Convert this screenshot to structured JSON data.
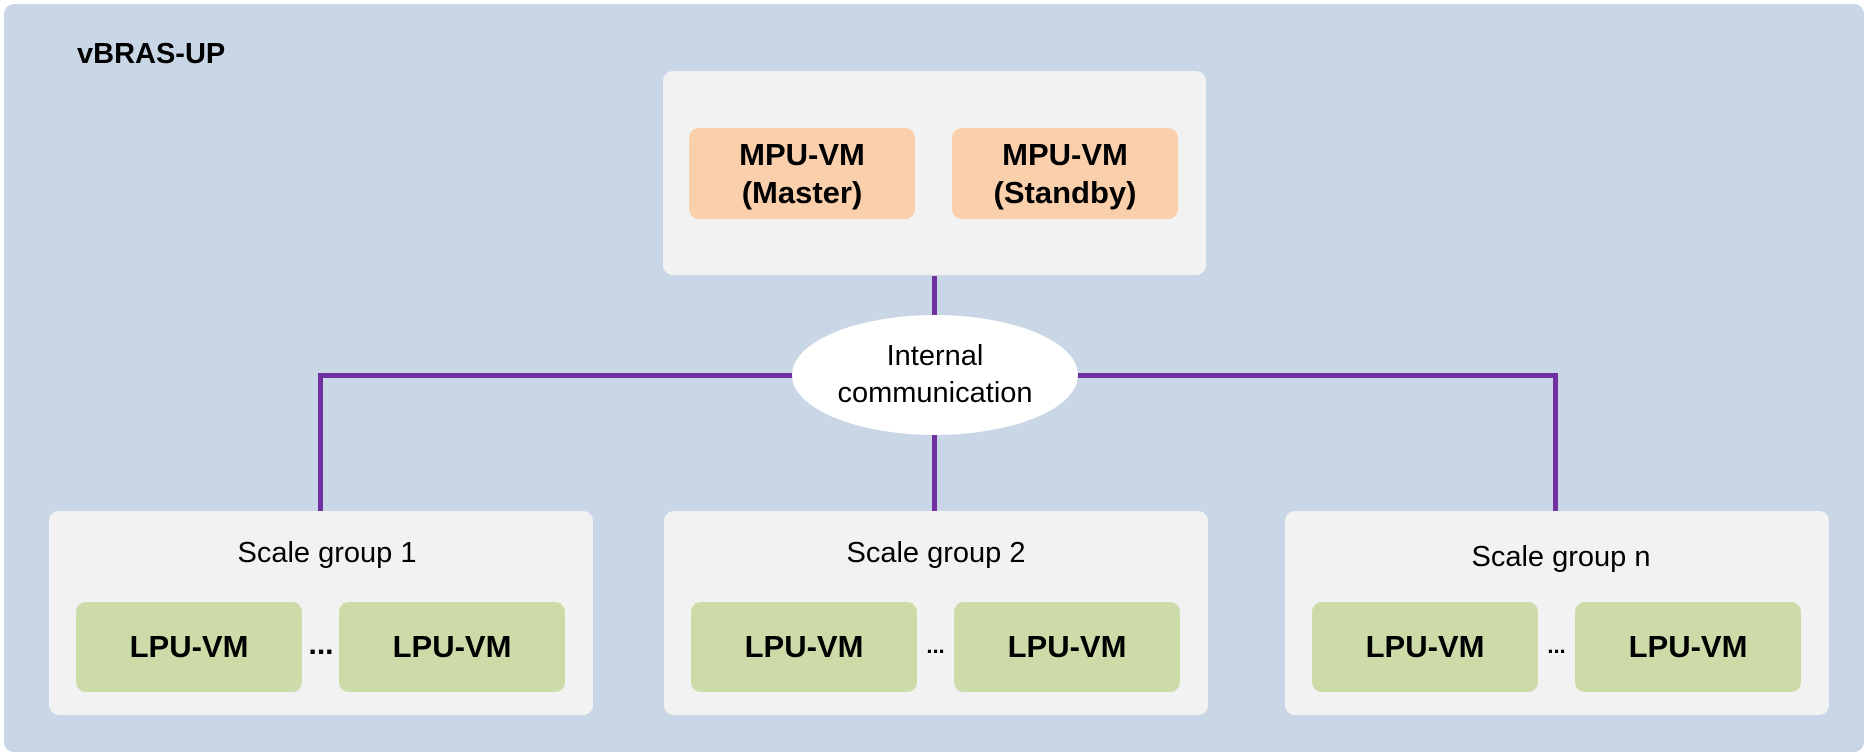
{
  "diagram": {
    "title": "vBRAS-UP",
    "mpu": {
      "master": {
        "line1": "MPU-VM",
        "line2": "(Master)"
      },
      "standby": {
        "line1": "MPU-VM",
        "line2": "(Standby)"
      }
    },
    "hub": {
      "line1": "Internal",
      "line2": "communication"
    },
    "groups": [
      {
        "title": "Scale group 1",
        "vm_left": "LPU-VM",
        "ellipsis": "...",
        "vm_right": "LPU-VM"
      },
      {
        "title": "Scale group 2",
        "vm_left": "LPU-VM",
        "ellipsis": "...",
        "vm_right": "LPU-VM"
      },
      {
        "title": "Scale group n",
        "vm_left": "LPU-VM",
        "ellipsis": "...",
        "vm_right": "LPU-VM"
      }
    ]
  },
  "colors": {
    "background": "#c8d6e5",
    "panel": "#f2f2f2",
    "mpu_block": "#f9cfac",
    "lpu_block": "#cddba9",
    "connector": "#7030a0"
  }
}
